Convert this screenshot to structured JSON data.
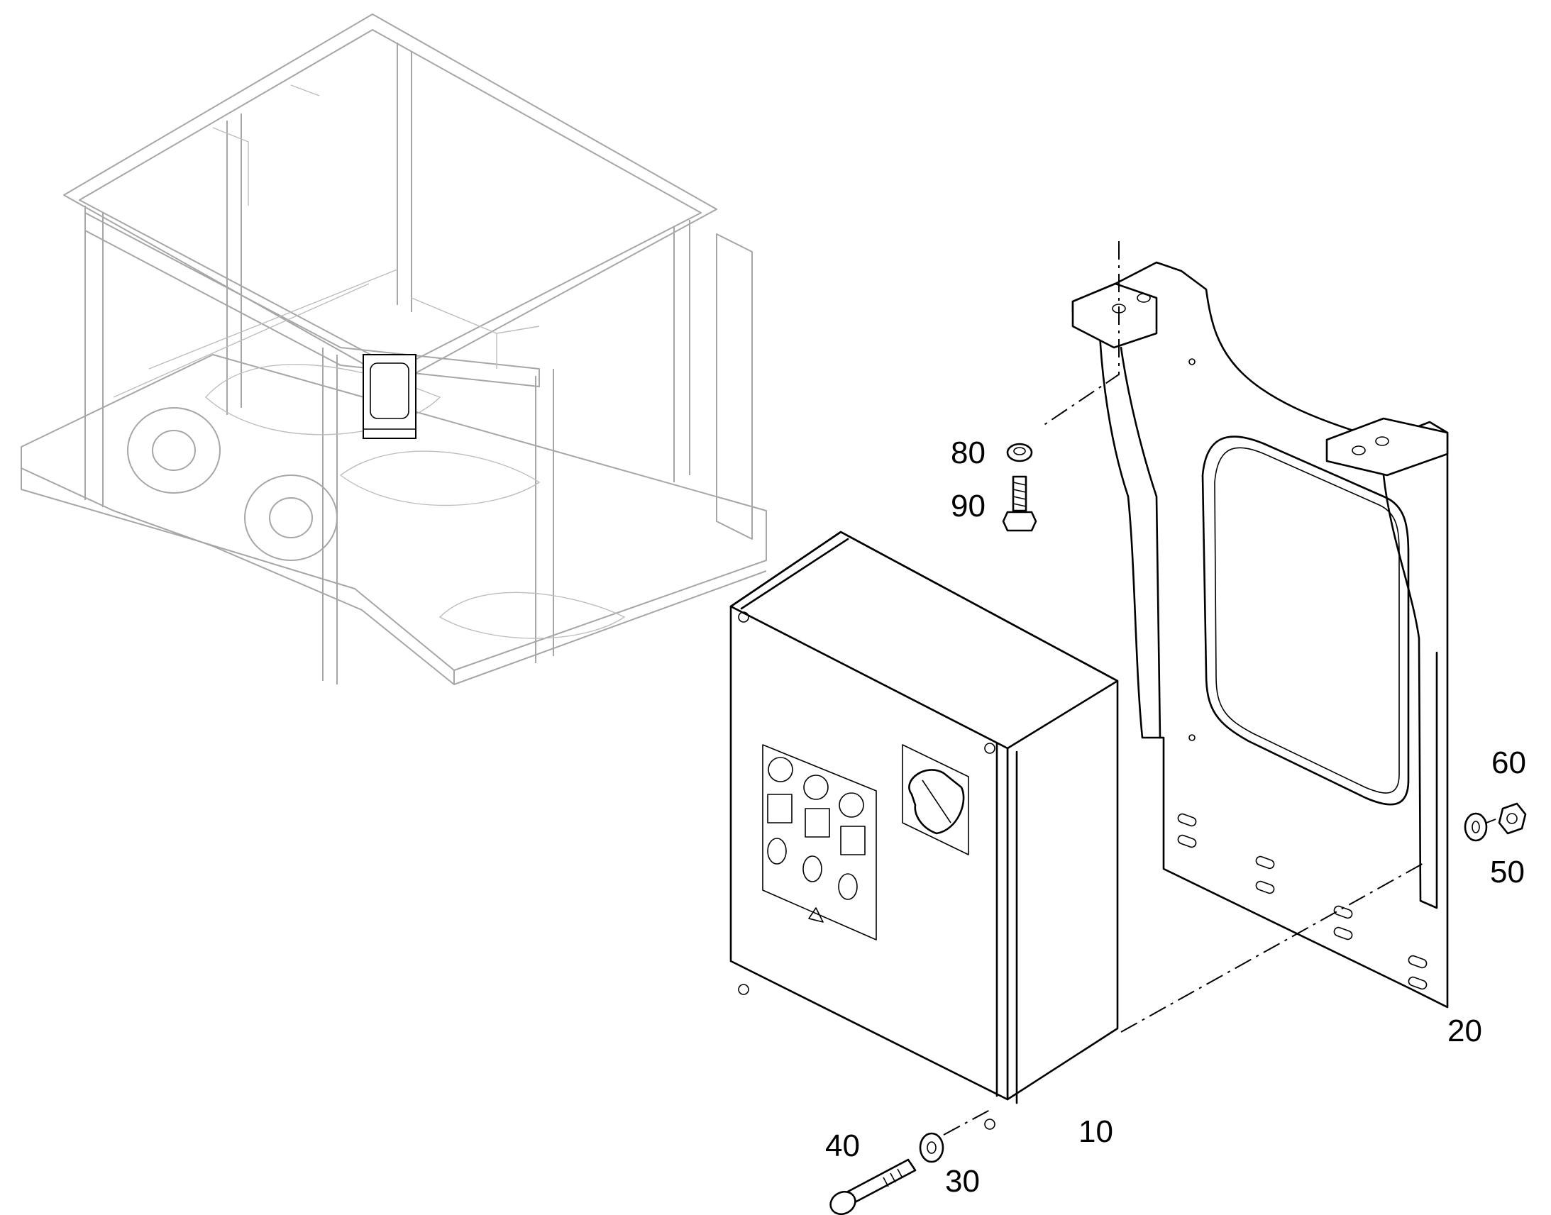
{
  "parts": {
    "control_box": "10",
    "mounting_bracket": "20",
    "washer_box": "30",
    "screw_box": "40",
    "washer_bracket": "50",
    "nut": "60",
    "washer_top": "80",
    "bolt": "90"
  },
  "colors": {
    "line": "#000000",
    "context_frame": "#a6a6a6",
    "background": "#ffffff"
  }
}
